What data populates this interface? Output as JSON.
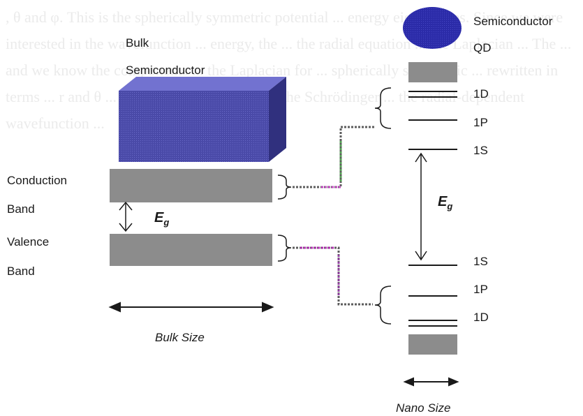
{
  "background": {
    "text": ", θ and φ. This is the spherically symmetric potential ... energy eigenvalues. Since we were interested in the wavefunction ... energy, the ... the radial equation ... the Laplacian ... The ... and we know the components ... the Laplacian for ... spherically symmetric ... rewritten in terms ... r and θ ... the kinetic energy term in the Schrödinger ... the radial-dependent wavefunction ... ",
    "color": "#ebebeb"
  },
  "bulk": {
    "title_line1": "Bulk",
    "title_line2": "Semiconductor",
    "conduction_line1": "Conduction",
    "conduction_line2": "Band",
    "valence_line1": "Valence",
    "valence_line2": "Band",
    "eg_main": "E",
    "eg_sub": "g",
    "size_label": "Bulk Size",
    "cube_color": "#4a4aa8"
  },
  "nano": {
    "qd_line1": "Semiconductor",
    "qd_line2": "QD",
    "level_1d_upper": "1D",
    "level_1p_upper": "1P",
    "level_1s_upper": "1S",
    "level_1s_lower": "1S",
    "level_1p_lower": "1P",
    "level_1d_lower": "1D",
    "eg_main": "E",
    "eg_sub": "g",
    "size_label": "Nano Size",
    "dot_color": "#2b2ba8"
  },
  "colors": {
    "band_gray": "#8c8c8c",
    "level_line": "#1a1a1a"
  }
}
